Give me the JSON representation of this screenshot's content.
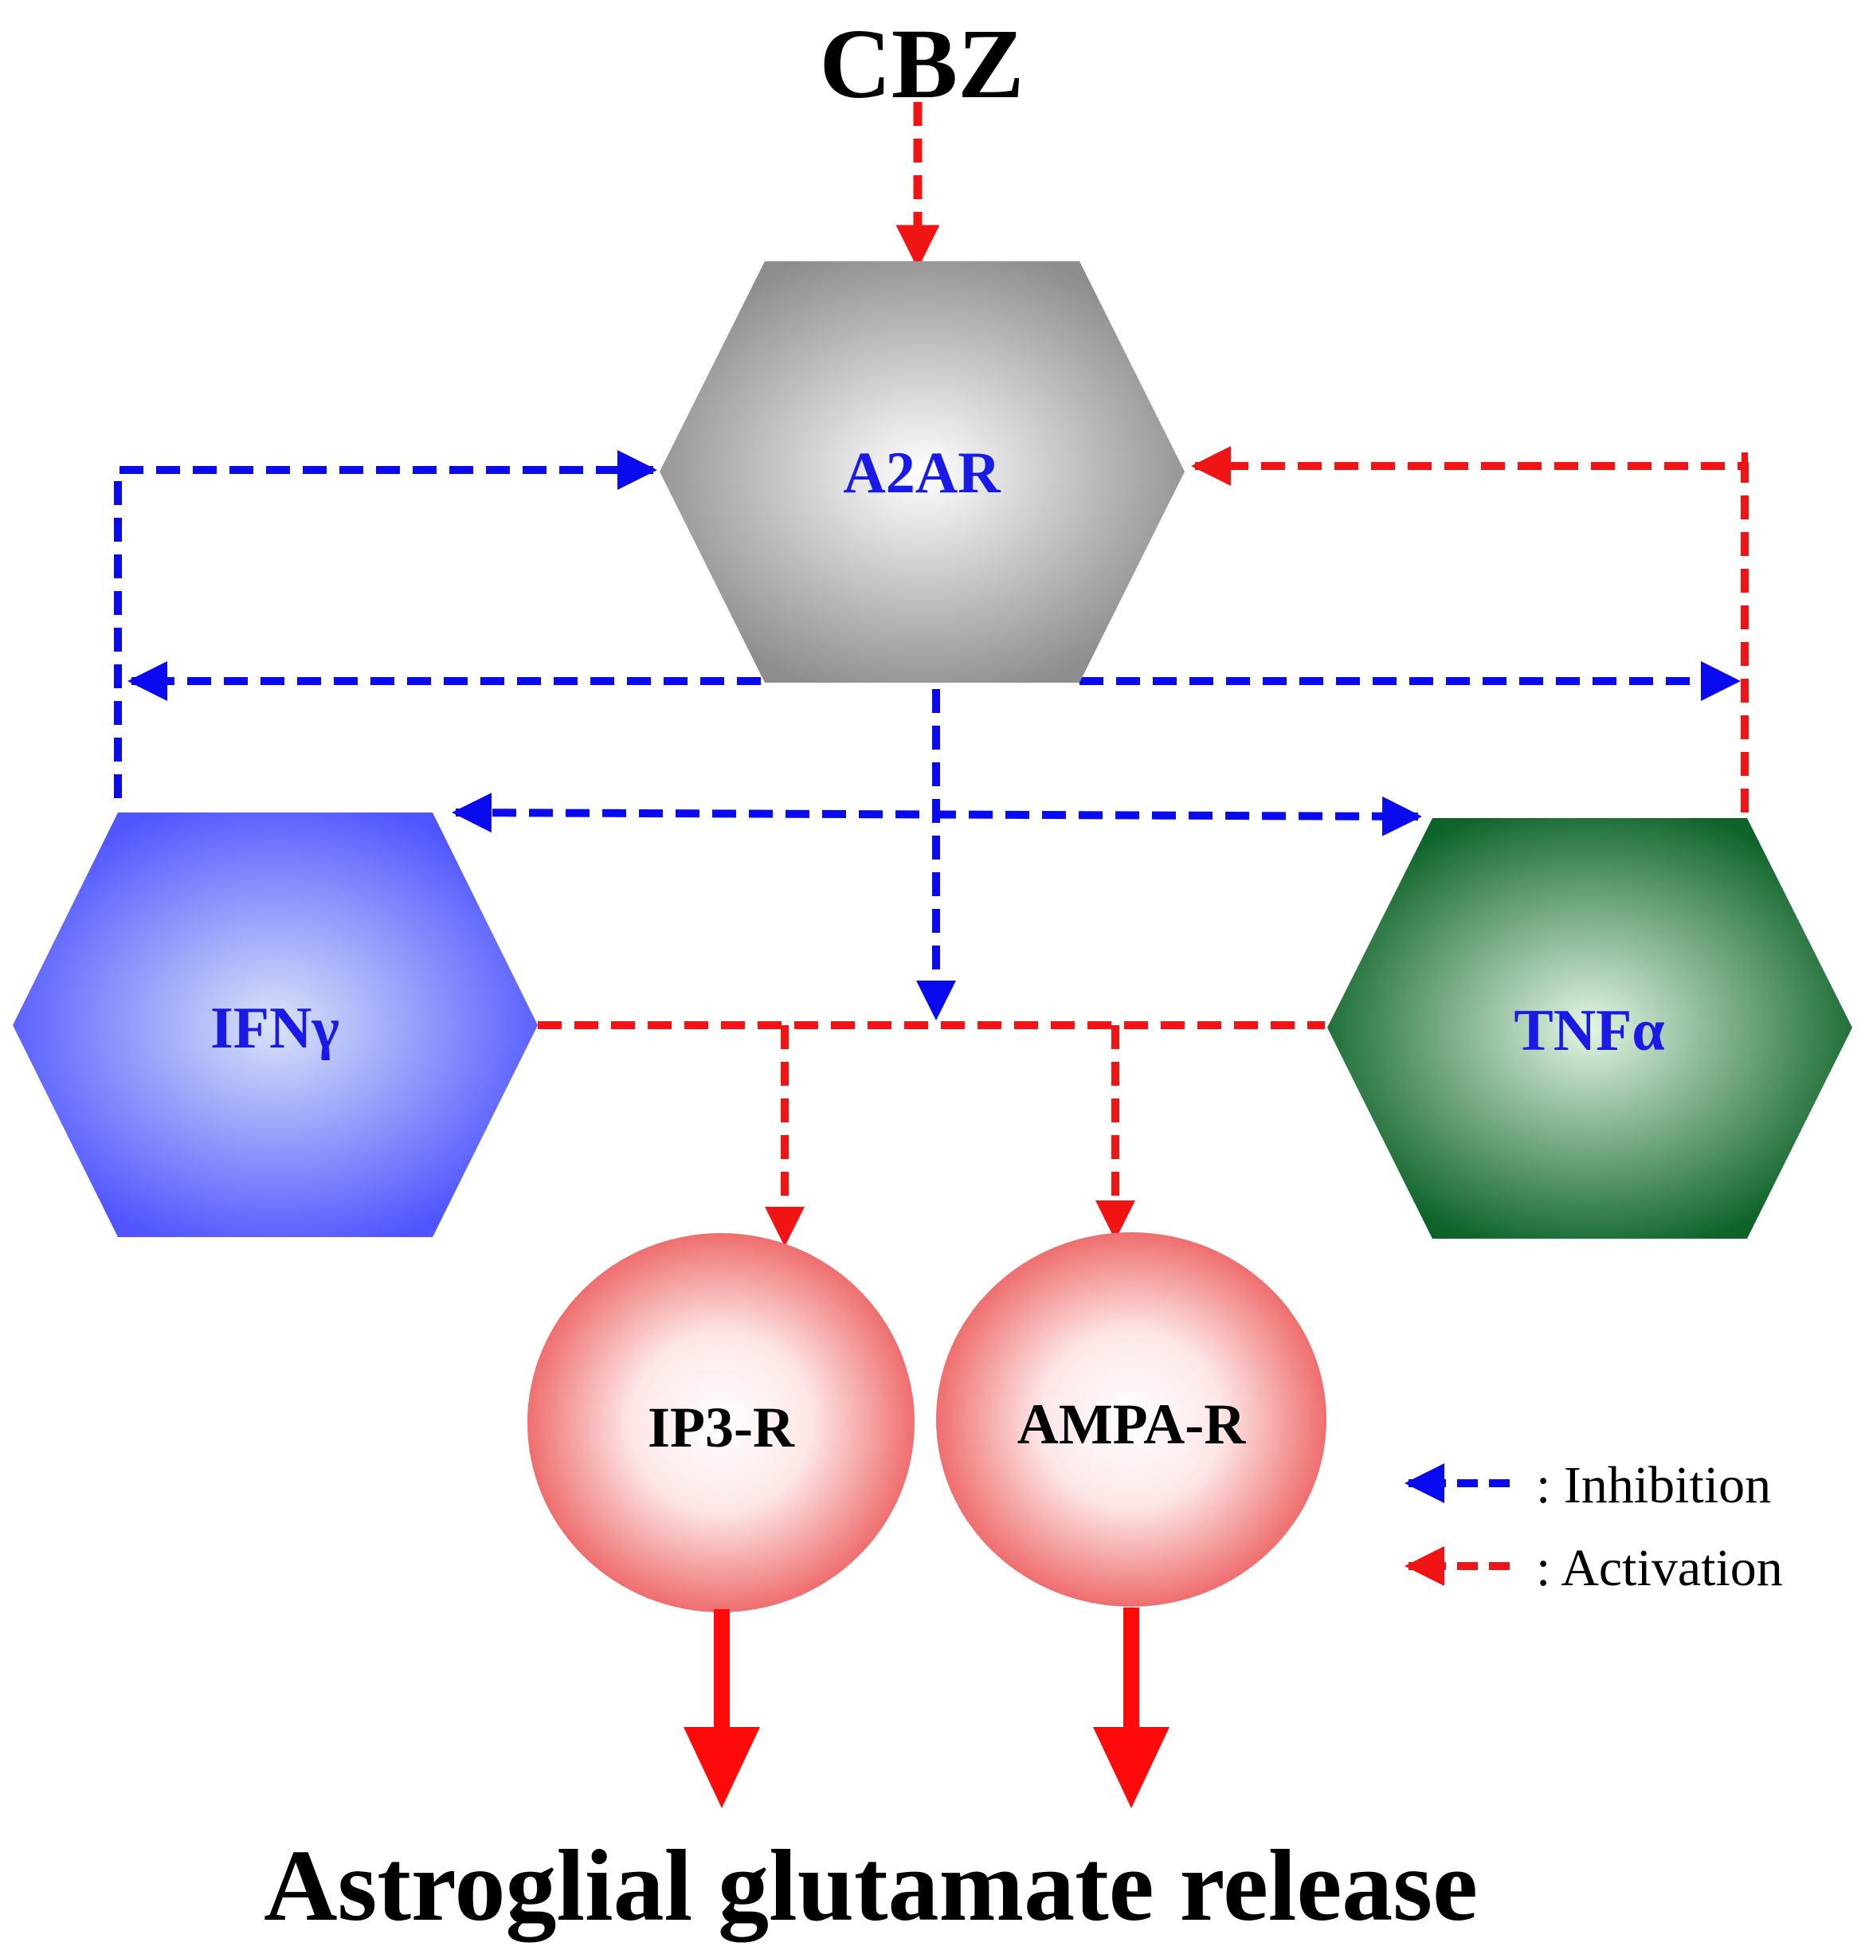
{
  "title": "CBZ",
  "footer": "Astroglial glutamate release",
  "nodes": {
    "a2ar": {
      "label": "A2AR",
      "label_color": "#1a1ae6"
    },
    "ifng": {
      "label": "IFNγ",
      "label_color": "#1a1ae6"
    },
    "tnfa": {
      "label": "TNFα",
      "label_color": "#1a1ae6"
    },
    "ip3r": {
      "label": "IP3-R",
      "label_color": "#000000"
    },
    "ampar": {
      "label": "AMPA-R",
      "label_color": "#000000"
    }
  },
  "legend": {
    "inhibition": ": Inhibition",
    "activation": ": Activation"
  },
  "colors": {
    "inhibition": "#0a0af0",
    "activation": "#f01414",
    "a2ar_fill": "#9a9898",
    "ifng_fill": "#5a5cff",
    "tnfa_fill": "#0f6a2c",
    "receptor_fill": "#f06a6a"
  }
}
